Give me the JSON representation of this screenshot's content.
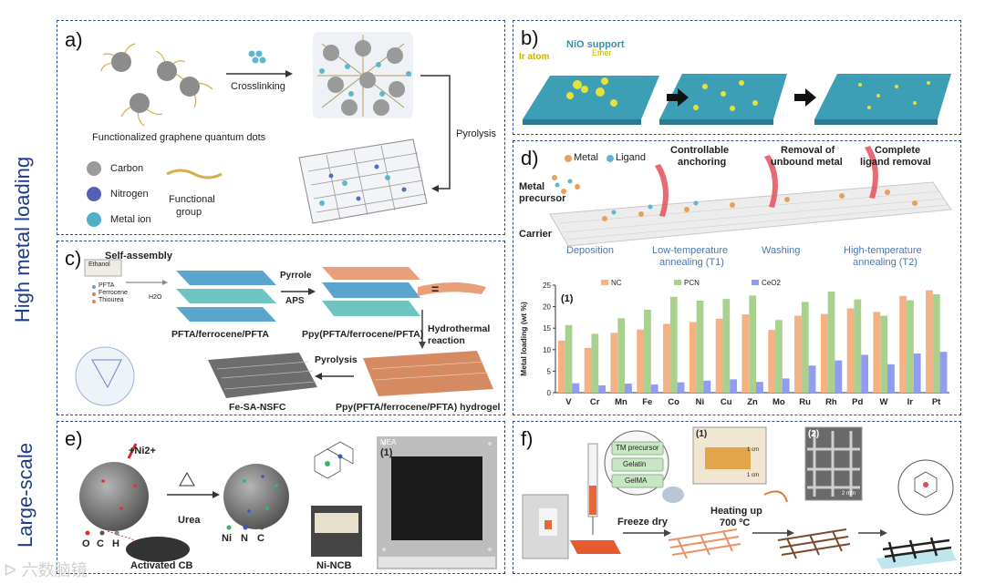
{
  "side_labels": {
    "high": "High metal loading",
    "large": "Large-scale"
  },
  "panel_a": {
    "letter": "a)",
    "crosslinking": "Crosslinking",
    "pyrolysis": "Pyrolysis",
    "caption": "Functionalized graphene quantum dots",
    "legend": [
      "Carbon",
      "Nitrogen",
      "Metal ion"
    ],
    "functional": "Functional",
    "group": "group"
  },
  "panel_b": {
    "letter": "b)",
    "support": "NiO support",
    "ir": "Ir atom",
    "ether": "Ether"
  },
  "panel_c": {
    "letter": "c)",
    "self_assembly": "Self-assembly",
    "ethanol": "Ethanol",
    "pfta": "PFTA",
    "ferrocene": "Ferrocene",
    "thiourea": "Thiourea",
    "h2o": "H2O",
    "pyrrole": "Pyrrole",
    "aps": "APS",
    "eq": "=",
    "left_caption": "PFTA/ferrocene/PFTA",
    "mid_caption": "Ppy(PFTA/ferrocene/PFTA)",
    "hydro1": "Hydrothermal",
    "hydro2": "reaction",
    "pyrolysis": "Pyrolysis",
    "fe_caption": "Fe-SA-NSFC",
    "hydrogel_caption": "Ppy(PFTA/ferrocene/PFTA) hydrogel"
  },
  "panel_d": {
    "letter": "d)",
    "metal": "Metal",
    "ligand": "Ligand",
    "controllable1": "Controllable",
    "controllable2": "anchoring",
    "removal1": "Removal of",
    "removal2": "unbound metal",
    "complete1": "Complete",
    "complete2": "ligand removal",
    "metal_precursor1": "Metal",
    "metal_precursor2": "precursor",
    "carrier": "Carrier",
    "deposition": "Deposition",
    "low1": "Low-temperature",
    "low2": "annealing (T1)",
    "washing": "Washing",
    "high1": "High-temperature",
    "high2": "annealing (T2)"
  },
  "panel_e": {
    "letter": "e)",
    "ni": "+Ni2+",
    "urea": "Urea",
    "legend_left": [
      "O",
      "C",
      "H"
    ],
    "legend_right": [
      "Ni",
      "N",
      "C"
    ],
    "activated": "Activated CB",
    "ni_ncb": "Ni-NCB",
    "mea": "MEA",
    "inset": "(1)"
  },
  "panel_f": {
    "letter": "f)",
    "tm": "TM precursor",
    "gelatin": "Gelatin",
    "gelma": "GelMA",
    "freeze": "Freeze dry",
    "heating": "Heating up",
    "temp": "700 ºC",
    "inset1": "(1)",
    "inset2": "(2)",
    "scale1": "1 cm",
    "scale2": "1 cm",
    "scale3": "2 mm"
  },
  "watermark": "六数脑镜",
  "chart_data": {
    "type": "bar",
    "inset": "(1)",
    "ylabel": "Metal loading (wt %)",
    "ylim": [
      0,
      25
    ],
    "yticks": [
      0,
      5,
      10,
      15,
      20,
      25
    ],
    "categories": [
      "V",
      "Cr",
      "Mn",
      "Fe",
      "Co",
      "Ni",
      "Cu",
      "Zn",
      "Mo",
      "Ru",
      "Rh",
      "Pd",
      "W",
      "Ir",
      "Pt"
    ],
    "legend_position": "top",
    "series": [
      {
        "name": "NC",
        "color": "#f4b183",
        "values": [
          12.1,
          10.4,
          13.9,
          14.7,
          16.0,
          16.4,
          17.2,
          18.2,
          14.6,
          17.9,
          18.3,
          19.6,
          18.8,
          22.5,
          23.8
        ]
      },
      {
        "name": "PCN",
        "color": "#a9d18e",
        "values": [
          15.7,
          13.7,
          17.3,
          19.3,
          22.3,
          21.4,
          21.8,
          22.6,
          16.9,
          21.1,
          23.5,
          21.7,
          17.9,
          21.5,
          22.9
        ]
      },
      {
        "name": "CeO2",
        "color": "#8f9cf0",
        "values": [
          2.2,
          1.7,
          2.1,
          1.9,
          2.4,
          2.8,
          3.1,
          2.5,
          3.3,
          6.3,
          7.5,
          8.8,
          6.6,
          9.1,
          9.5
        ]
      }
    ]
  }
}
